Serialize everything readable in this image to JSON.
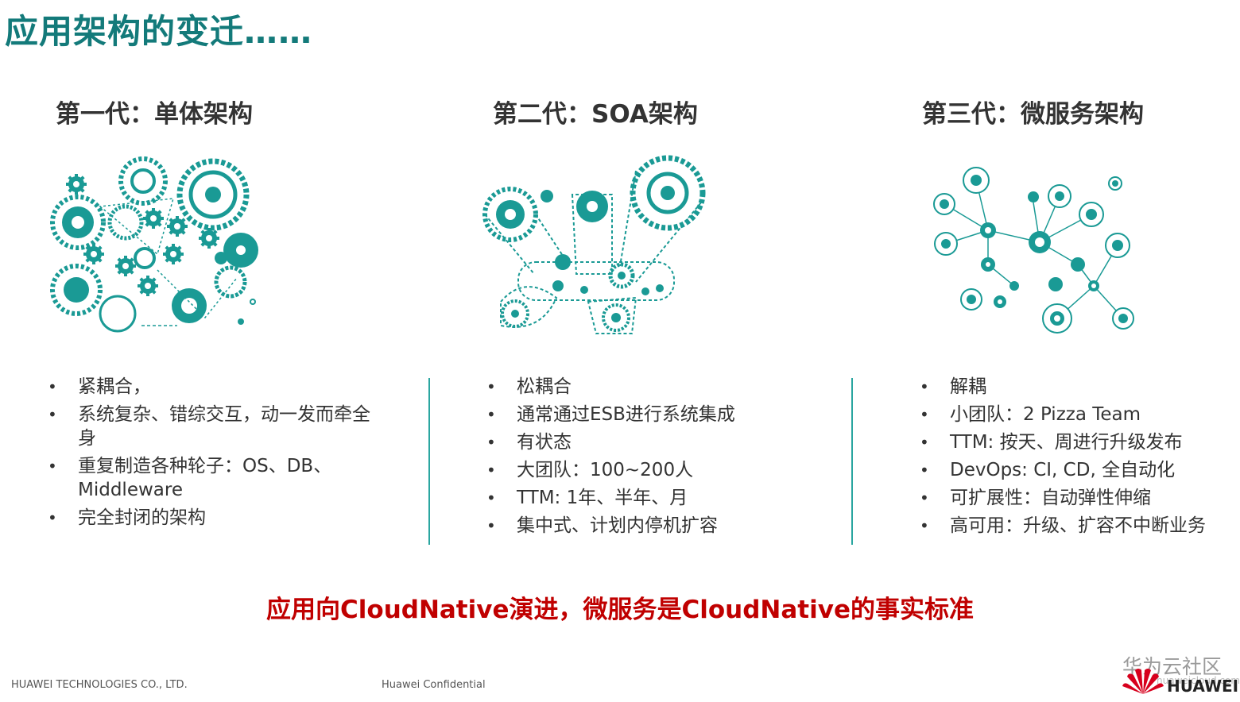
{
  "page": {
    "title": "应用架构的变迁……"
  },
  "columns": [
    {
      "title": "第一代：单体架构",
      "bullets": [
        "紧耦合，",
        "系统复杂、错综交互，动一发而牵全身",
        "重复制造各种轮子：OS、DB、Middleware",
        "完全封闭的架构"
      ],
      "illustration_icon": "monolith-gears-icon"
    },
    {
      "title": "第二代：SOA架构",
      "bullets": [
        "松耦合",
        "通常通过ESB进行系统集成",
        "有状态",
        "大团队：100~200人",
        "TTM: 1年、半年、月",
        "集中式、计划内停机扩容"
      ],
      "illustration_icon": "soa-gears-belt-icon"
    },
    {
      "title": "第三代：微服务架构",
      "bullets": [
        "解耦",
        "小团队：2 Pizza Team",
        "TTM: 按天、周进行升级发布",
        "DevOps: CI, CD, 全自动化",
        "可扩展性：自动弹性伸缩",
        "高可用：升级、扩容不中断业务"
      ],
      "illustration_icon": "microservice-network-icon"
    }
  ],
  "conclusion": "应用向CloudNative演进，微服务是CloudNative的事实标准",
  "footer": {
    "company": "HUAWEI TECHNOLOGIES CO., LTD.",
    "confidential": "Huawei Confidential",
    "watermark": "华为云社区",
    "watermark_url": "huaweicloud.com",
    "logo_text": "HUAWEI"
  },
  "colors": {
    "teal": "#1a9a95",
    "title_teal": "#137a7a",
    "conclusion_red": "#c00000"
  }
}
